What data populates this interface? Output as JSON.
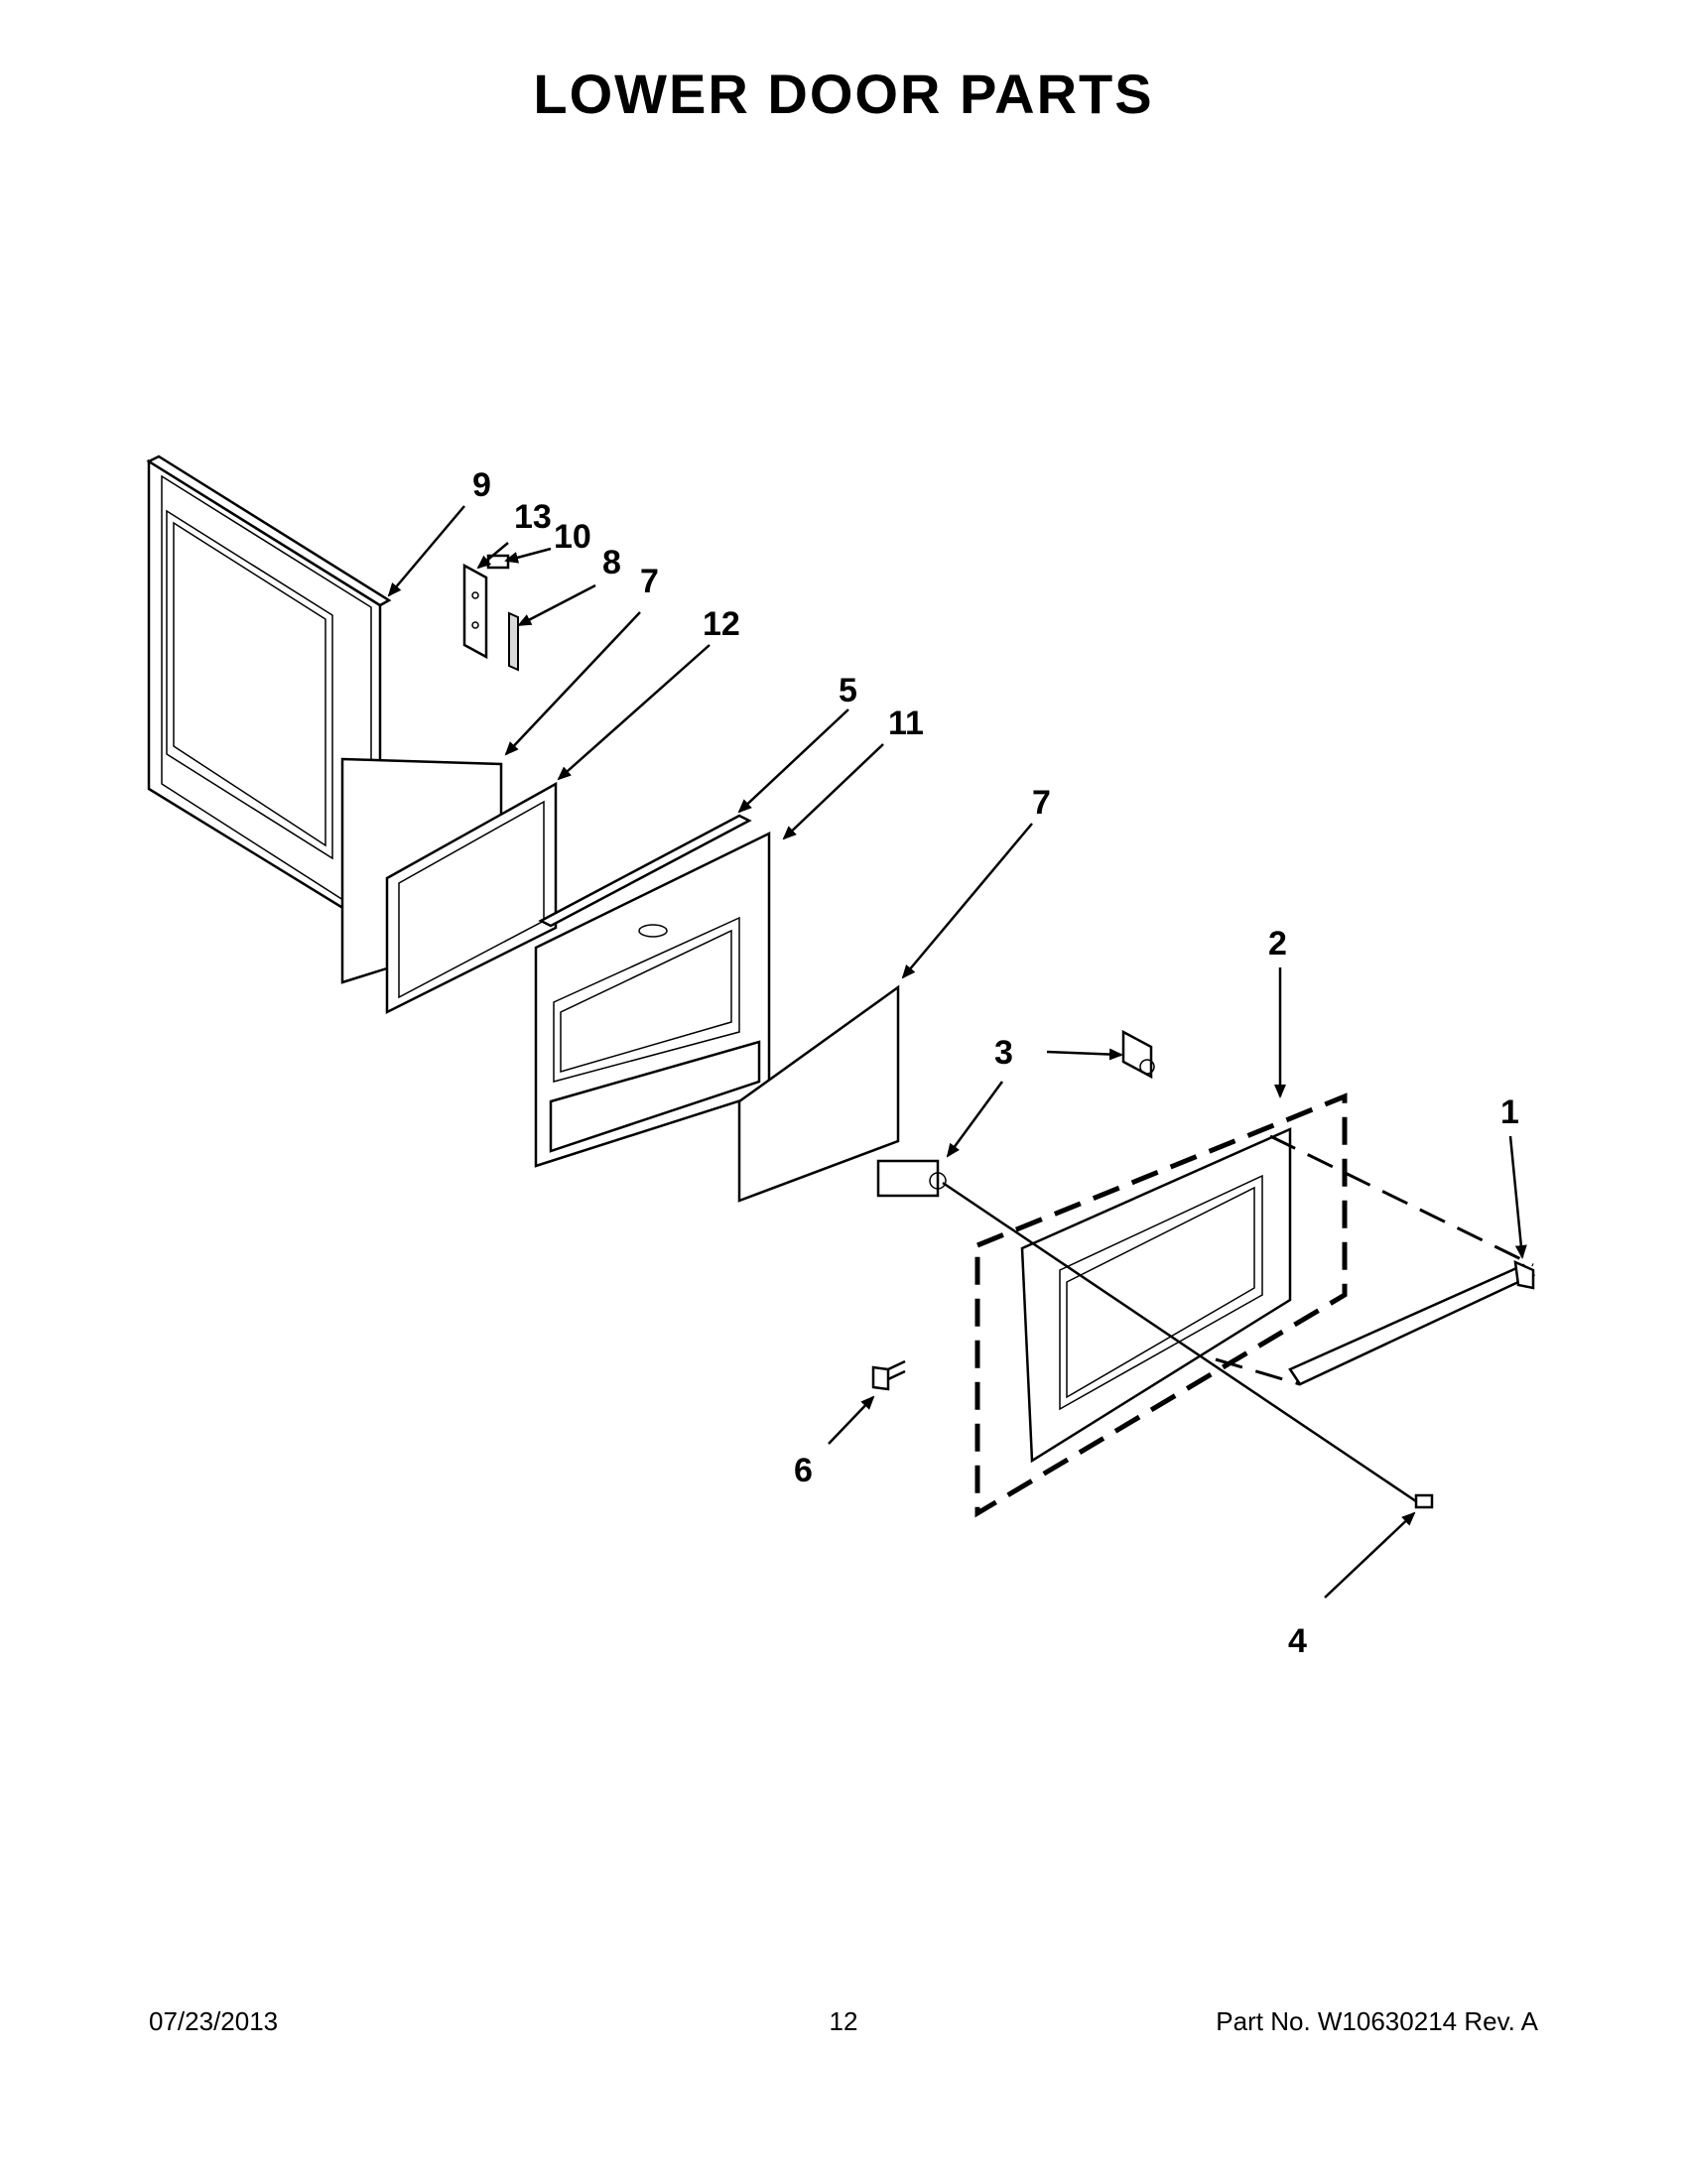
{
  "title": "LOWER DOOR PARTS",
  "callouts": {
    "c1": "1",
    "c2": "2",
    "c3": "3",
    "c4": "4",
    "c5": "5",
    "c6": "6",
    "c7a": "7",
    "c7b": "7",
    "c8": "8",
    "c9": "9",
    "c10": "10",
    "c11": "11",
    "c12": "12",
    "c13": "13"
  },
  "footer": {
    "date": "07/23/2013",
    "page": "12",
    "part": "Part No.  W10630214  Rev.  A"
  }
}
